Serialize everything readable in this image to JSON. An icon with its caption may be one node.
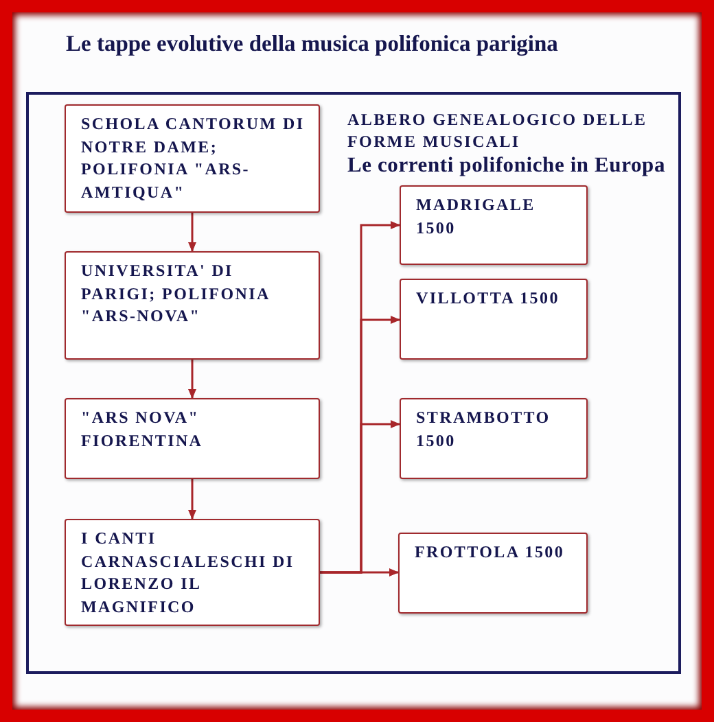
{
  "diagram": {
    "title": "Le tappe evolutive della musica polifonica parigina",
    "nodes": [
      {
        "text": [
          "SCHOLA CANTORUM DI NOTRE DAME; POLIFONIA \"ARS-AMTIQUA\""
        ]
      },
      {
        "text": [
          "UNIVERSITA' DI PARIGI; POLIFONIA \"ARS-NOVA\""
        ]
      },
      {
        "text": [
          "\"ARS NOVA\" FIORENTINA"
        ]
      },
      {
        "text": [
          "I CANTI CARNASCIALESCHI DI LORENZO IL MAGNIFICO"
        ]
      },
      {
        "text": [
          "MADRIGALE 1500"
        ]
      },
      {
        "text": [
          "VILLOTTA 1500"
        ]
      },
      {
        "text": [
          "STRAMBOTTO 1500"
        ]
      },
      {
        "text": [
          "FROTTOLA 1500"
        ]
      }
    ],
    "edges": [
      {
        "from": 0,
        "to": 1,
        "arrow": "to"
      },
      {
        "from": 1,
        "to": 2,
        "arrow": "to"
      },
      {
        "from": 2,
        "to": 3,
        "arrow": "to"
      },
      {
        "from": 3,
        "to": 4,
        "arrow": "to"
      },
      {
        "from": 3,
        "to": 5,
        "arrow": "to"
      },
      {
        "from": 3,
        "to": 6,
        "arrow": "to"
      },
      {
        "from": 3,
        "to": 7,
        "arrow": "to"
      }
    ],
    "labels": [
      "ALBERO GENEALOGICO DELLE FORME MUSICALI",
      "Le correnti polifoniche in Europa"
    ]
  }
}
